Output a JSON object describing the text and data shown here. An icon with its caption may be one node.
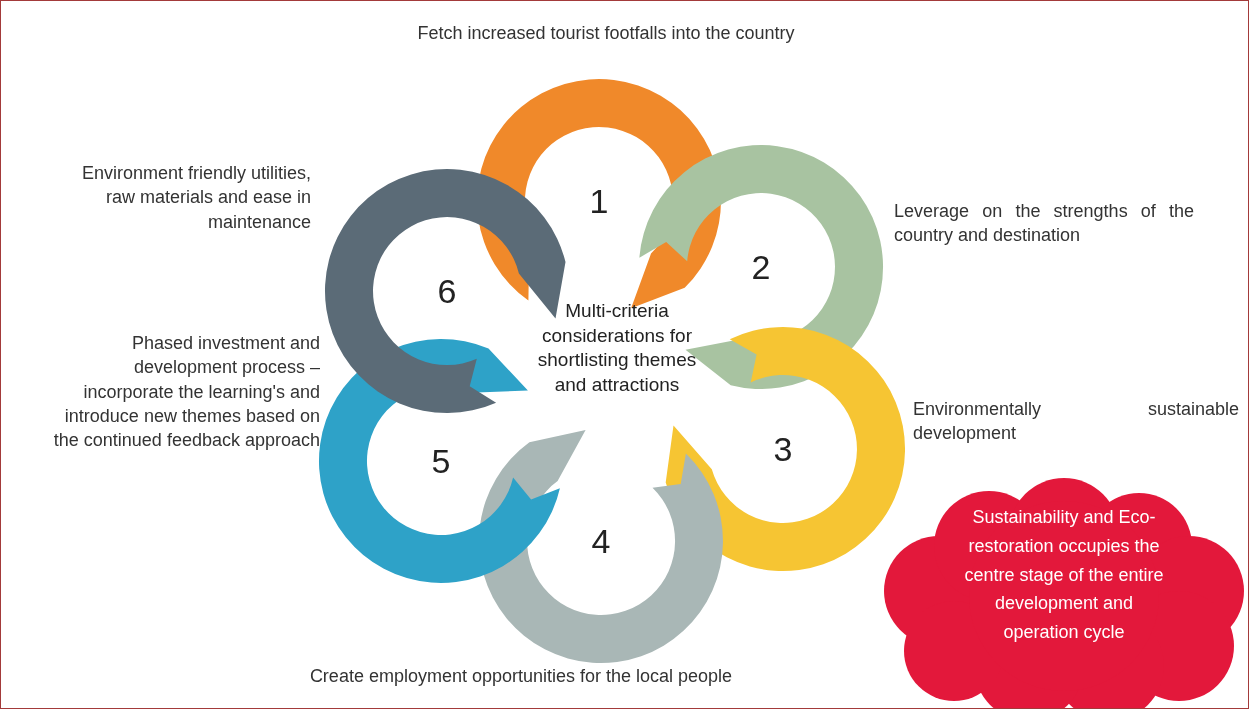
{
  "diagram": {
    "nodes": [
      {
        "text": [
          "1"
        ],
        "beside": [
          "Fetch increased tourist footfalls into the country"
        ]
      },
      {
        "text": [
          "2"
        ],
        "beside": [
          "Leverage on the strengths of the country and destination"
        ]
      },
      {
        "text": [
          "3"
        ],
        "beside": [
          "Environmentally sustainable development"
        ]
      },
      {
        "text": [
          "4"
        ],
        "beside": [
          "Create employment opportunities for the local people"
        ]
      },
      {
        "text": [
          "5"
        ],
        "beside": [
          "Phased investment and development process – incorporate the learning's and introduce new themes based on the continued feedback approach"
        ]
      },
      {
        "text": [
          "6"
        ],
        "beside": [
          "Environment friendly utilities, raw materials and ease in maintenance"
        ]
      },
      {
        "text": [
          "Multi-criteria considerations for shortlisting themes and attractions"
        ]
      },
      {
        "text": [
          "Sustainability and Eco-restoration occupies the centre stage of the entire development and operation cycle"
        ]
      }
    ],
    "edges": []
  }
}
